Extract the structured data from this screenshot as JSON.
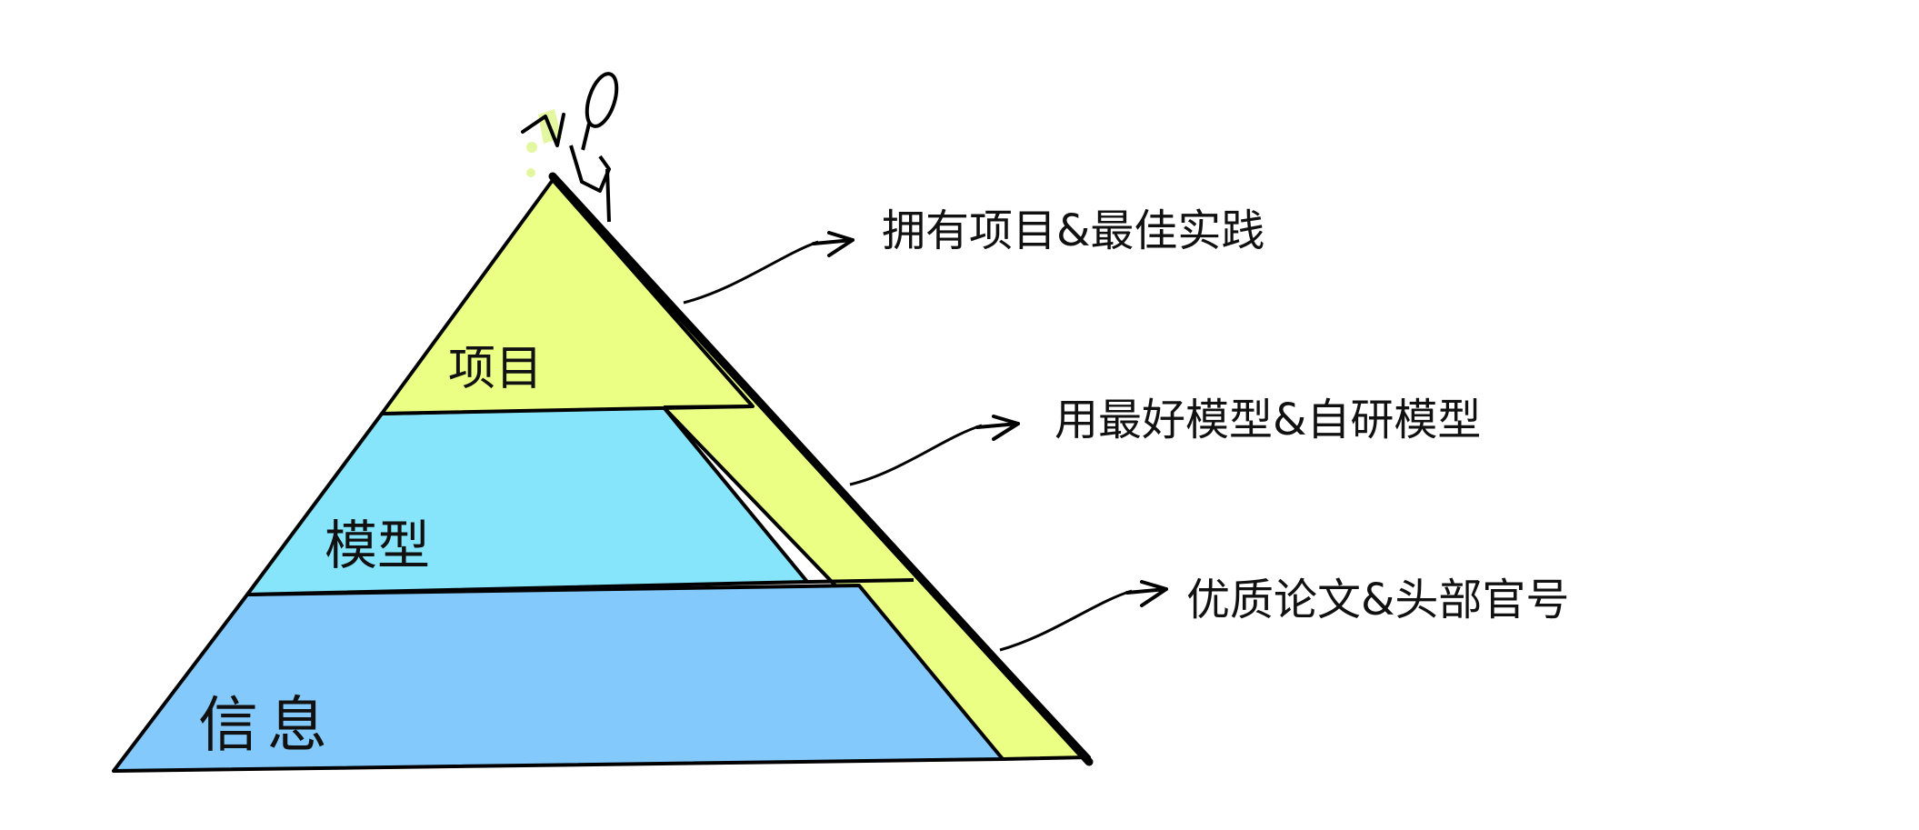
{
  "layers": {
    "top": {
      "label": "项目",
      "annotation": "拥有项目&最佳实践"
    },
    "middle": {
      "label": "模型",
      "annotation": "用最好模型&自研模型"
    },
    "bottom": {
      "label": "信息",
      "annotation": "优质论文&头部官号"
    }
  },
  "colors": {
    "top_fill": "#eaff84",
    "middle_fill": "#86e4fb",
    "bottom_fill": "#84c9fb",
    "side_fill": "#eaff84",
    "outline": "#000000",
    "flag": "#e3f7a0"
  }
}
